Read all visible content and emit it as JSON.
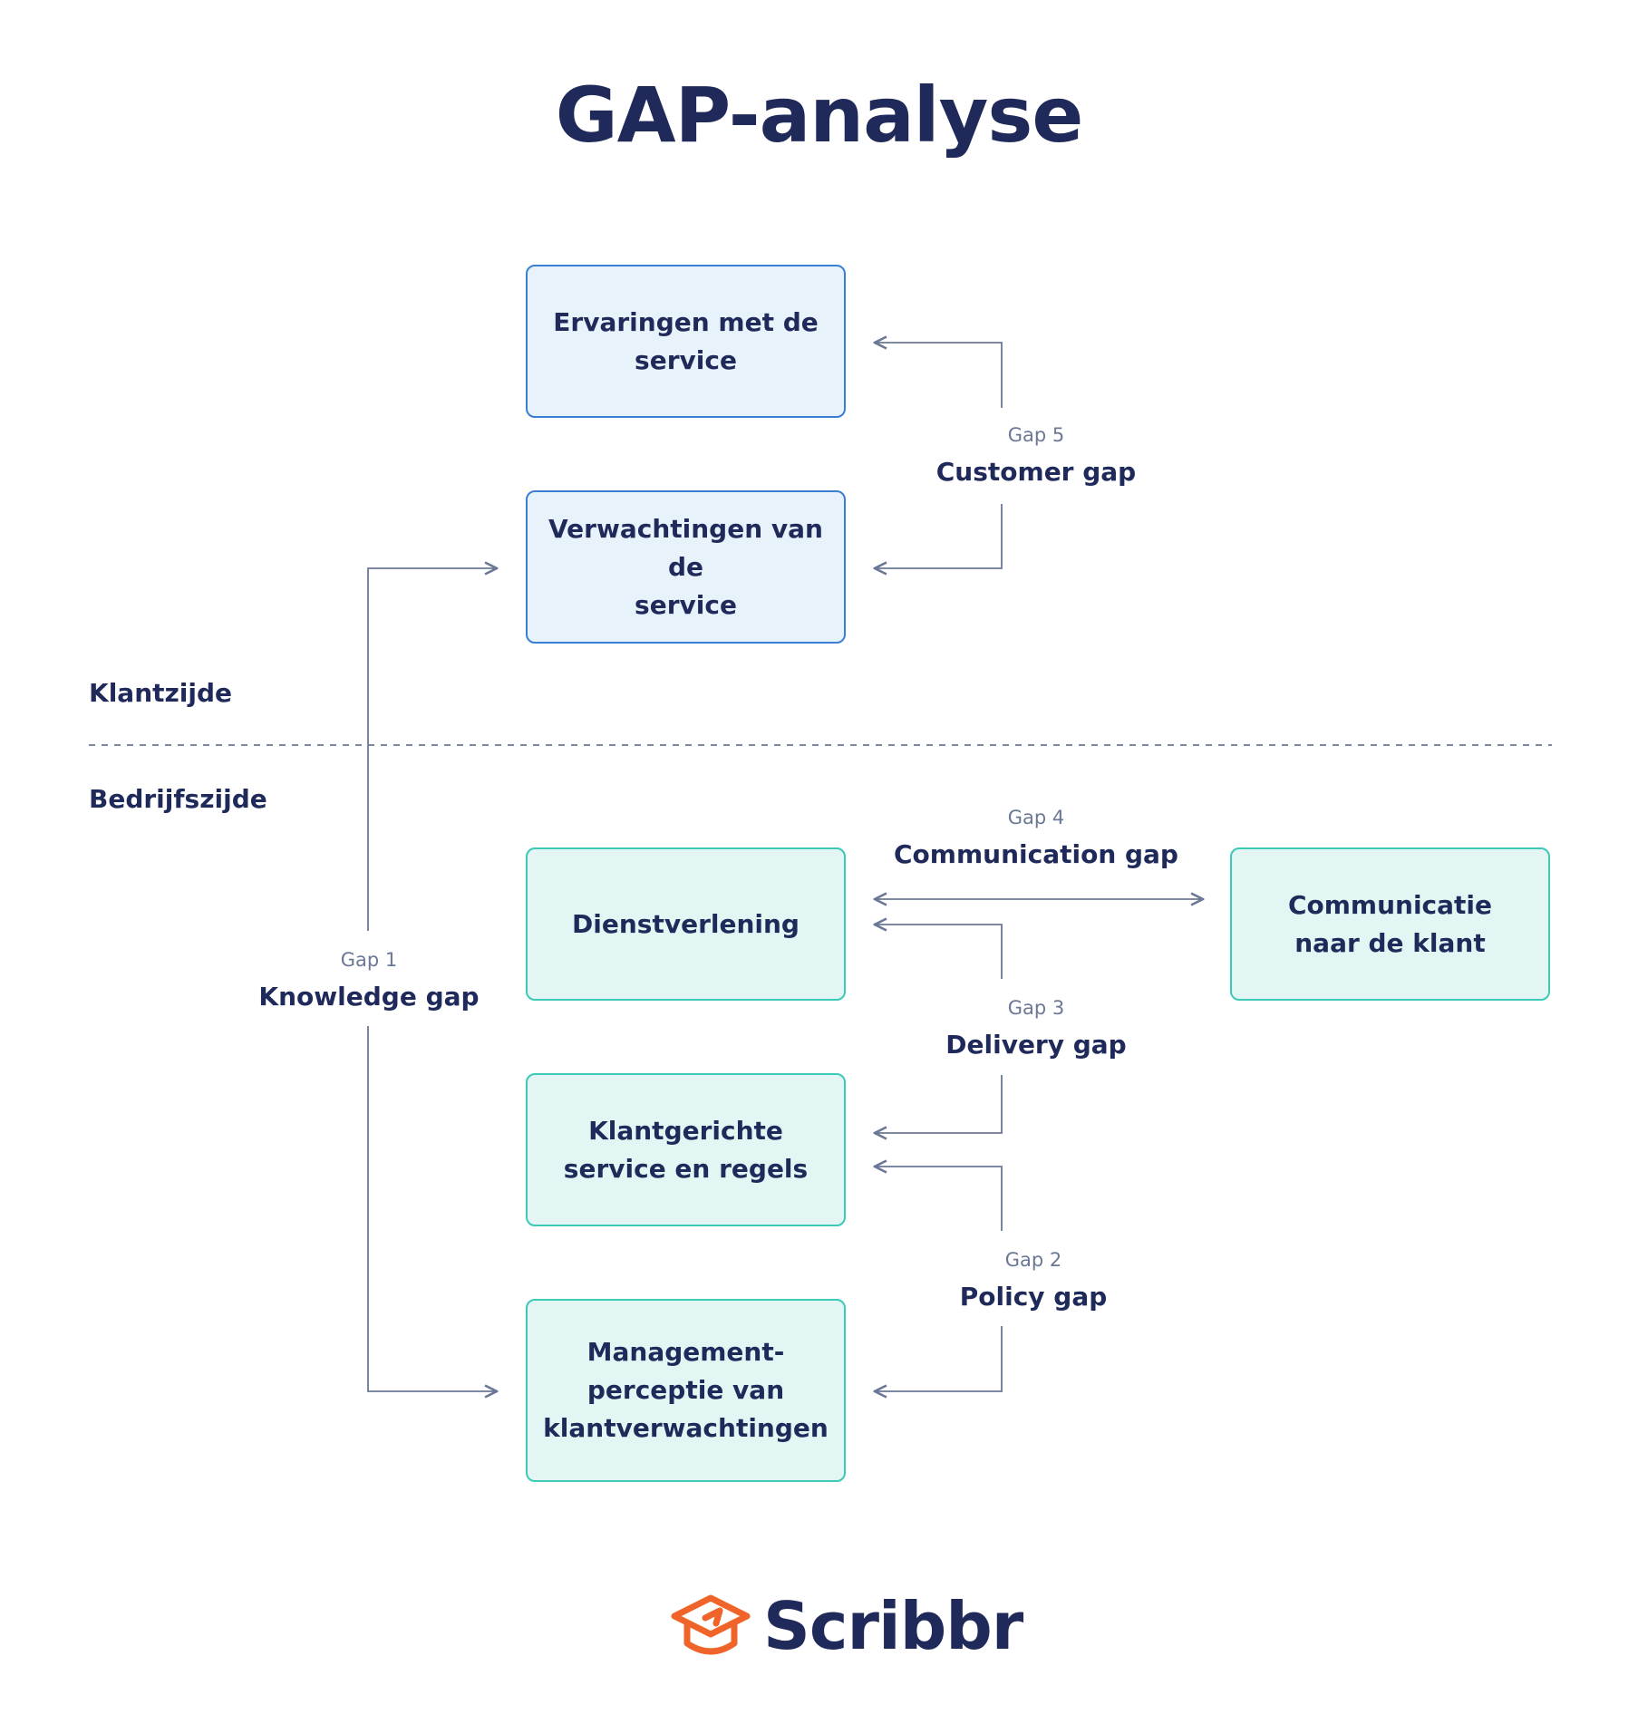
{
  "title": "GAP-analyse",
  "sides": {
    "customer": "Klantzijde",
    "company": "Bedrijfszijde"
  },
  "boxes": {
    "experiences": "Ervaringen met de\nservice",
    "expectations": "Verwachtingen van de\nservice",
    "service_delivery": "Dienstverlening",
    "communication": "Communicatie\nnaar de klant",
    "customer_service_rules": "Klantgerichte\nservice en regels",
    "management_perception": "Management-\nperceptie van\nklantverwachtingen"
  },
  "gaps": {
    "gap1": {
      "number": "Gap 1",
      "name": "Knowledge gap"
    },
    "gap2": {
      "number": "Gap 2",
      "name": "Policy gap"
    },
    "gap3": {
      "number": "Gap 3",
      "name": "Delivery gap"
    },
    "gap4": {
      "number": "Gap 4",
      "name": "Communication gap"
    },
    "gap5": {
      "number": "Gap 5",
      "name": "Customer gap"
    }
  },
  "logo": {
    "text": "Scribbr"
  },
  "colors": {
    "title": "#1f2a5a",
    "blue_border": "#3a7fd4",
    "blue_fill": "#e8f2fb",
    "teal_border": "#3cc9b6",
    "teal_fill": "#e3f6f4",
    "connector": "#6b7895",
    "logo_accent": "#f0642a"
  }
}
